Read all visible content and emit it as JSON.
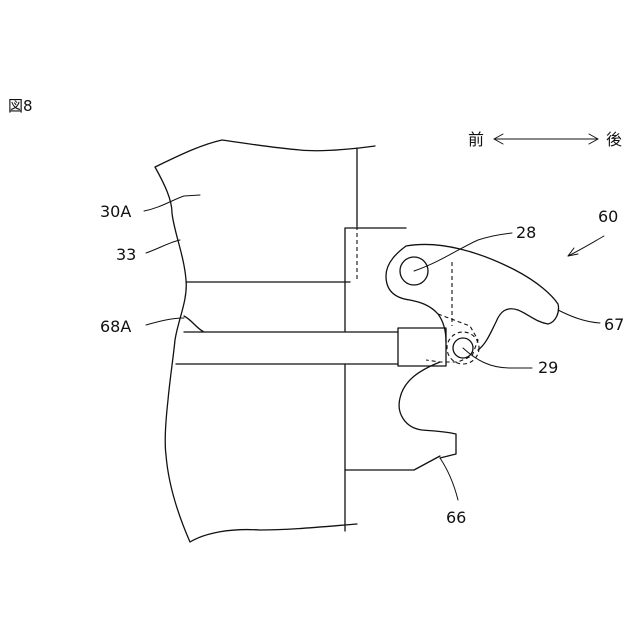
{
  "figure": {
    "label": "図8"
  },
  "direction": {
    "front": "前",
    "rear": "後",
    "arrow_icon": "double-headed-arrow"
  },
  "labels": {
    "assembly": "60",
    "body_30a": "30A",
    "body_33": "33",
    "rod_68a": "68A",
    "pin_28": "28",
    "pin_29": "29",
    "hook_67": "67",
    "claw_66": "66"
  }
}
